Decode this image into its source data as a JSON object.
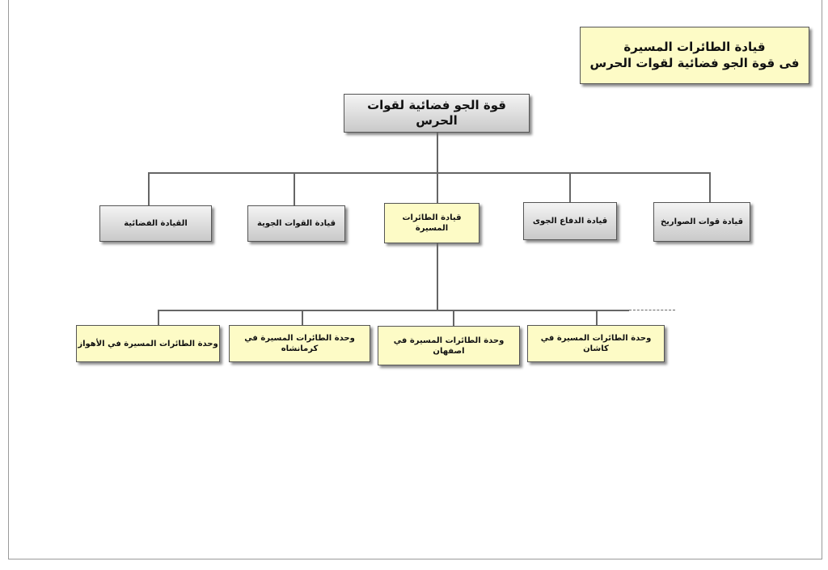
{
  "legend": {
    "line1": "قيادة الطائرات المسيرة",
    "line2": "فى قوة الجو فضائية لقوات الحرس"
  },
  "root": {
    "label": "قوة الجو فضائية لقوات الحرس"
  },
  "commands": [
    {
      "label": "القيادة الفضائية"
    },
    {
      "label": "قيادة القوات الجوية"
    },
    {
      "label": "قيادة الطائرات المسيرة"
    },
    {
      "label": "قيادة الدفاع الجوى"
    },
    {
      "label": "قيادة قوات الصواريخ"
    }
  ],
  "units": [
    {
      "label": "وحدة الطائرات المسيرة في الأهواز"
    },
    {
      "label": "وحدة الطائرات المسيرة في كرمانشاه"
    },
    {
      "label": "وحدة الطائرات المسيرة في اصفهان"
    },
    {
      "label": "وحدة الطائرات المسيرة في كاشان"
    }
  ]
}
